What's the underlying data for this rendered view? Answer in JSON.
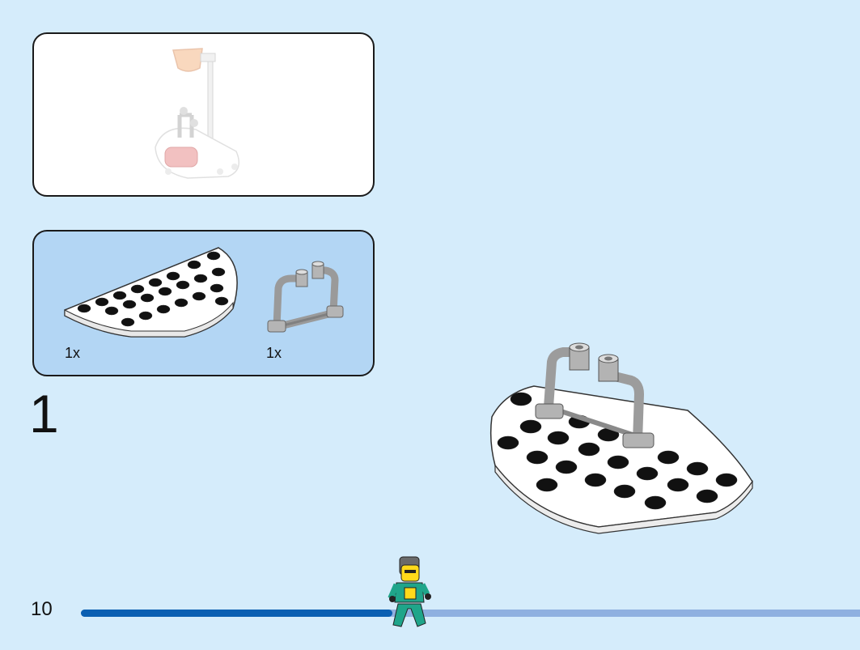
{
  "page_number": "10",
  "step_number": "1",
  "parts": [
    {
      "name": "half-round-plate",
      "count": "1x"
    },
    {
      "name": "bar-handle",
      "count": "1x"
    }
  ],
  "progress": {
    "fraction": 0.4
  },
  "colors": {
    "background": "#d5ecfb",
    "parts_panel": "#b3d6f4",
    "progress_done": "#0a5fb2",
    "progress_remaining": "#8fb0e0"
  }
}
